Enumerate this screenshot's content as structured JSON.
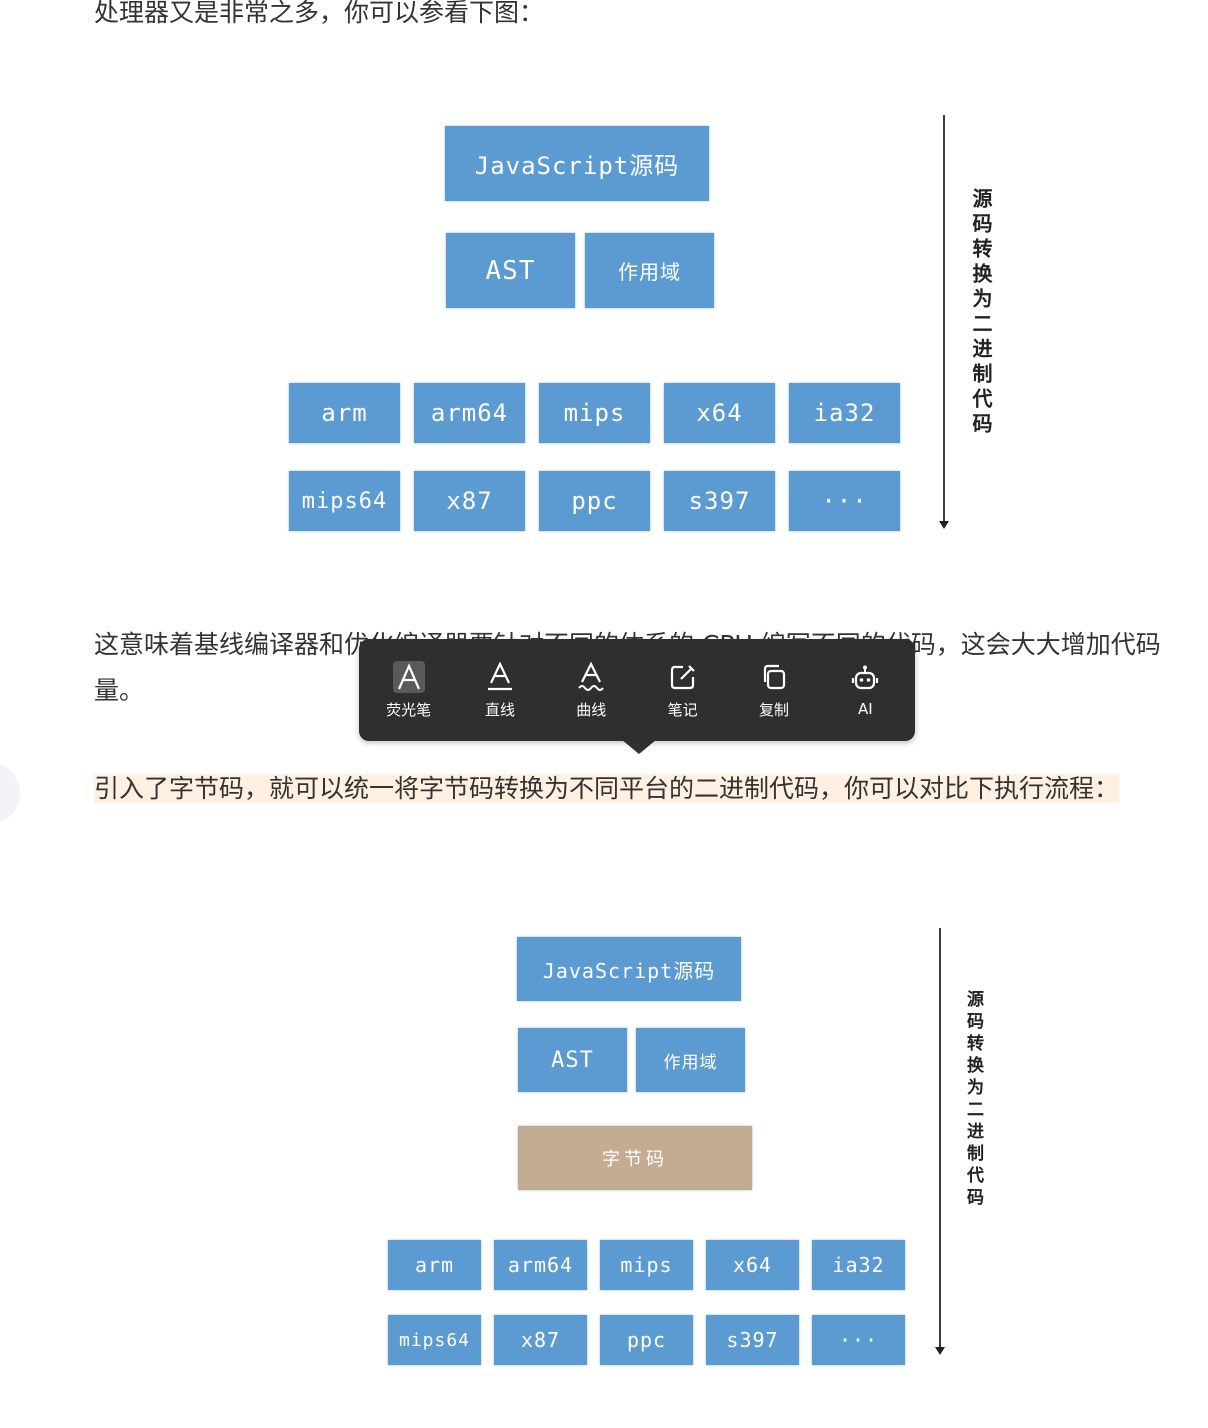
{
  "article": {
    "p1": "处理器又是非常之多，你可以参看下图：",
    "p2": "这意味着基线编译器和优化编译器要针对不同的体系的 CPU 编写不同的代码，这会大大增加代码量。",
    "p3": "引入了字节码，就可以统一将字节码转换为不同平台的二进制代码，你可以对比下执行流程："
  },
  "diagram1": {
    "source": "JavaScript源码",
    "ast": "AST",
    "scope": "作用域",
    "row1": [
      "arm",
      "arm64",
      "mips",
      "x64",
      "ia32"
    ],
    "row2": [
      "mips64",
      "x87",
      "ppc",
      "s397",
      "···"
    ],
    "side_label": "源码转换为二进制代码"
  },
  "diagram2": {
    "source": "JavaScript源码",
    "ast": "AST",
    "scope": "作用域",
    "bytecode": "字节码",
    "row1": [
      "arm",
      "arm64",
      "mips",
      "x64",
      "ia32"
    ],
    "row2": [
      "mips64",
      "x87",
      "ppc",
      "s397",
      "···"
    ],
    "side_label": "源码转换为二进制代码"
  },
  "toolbar": {
    "items": [
      {
        "label": "荧光笔",
        "icon": "highlighter-icon"
      },
      {
        "label": "直线",
        "icon": "underline-icon"
      },
      {
        "label": "曲线",
        "icon": "wavy-underline-icon"
      },
      {
        "label": "笔记",
        "icon": "note-edit-icon"
      },
      {
        "label": "复制",
        "icon": "copy-icon"
      },
      {
        "label": "AI",
        "icon": "robot-icon"
      }
    ]
  }
}
